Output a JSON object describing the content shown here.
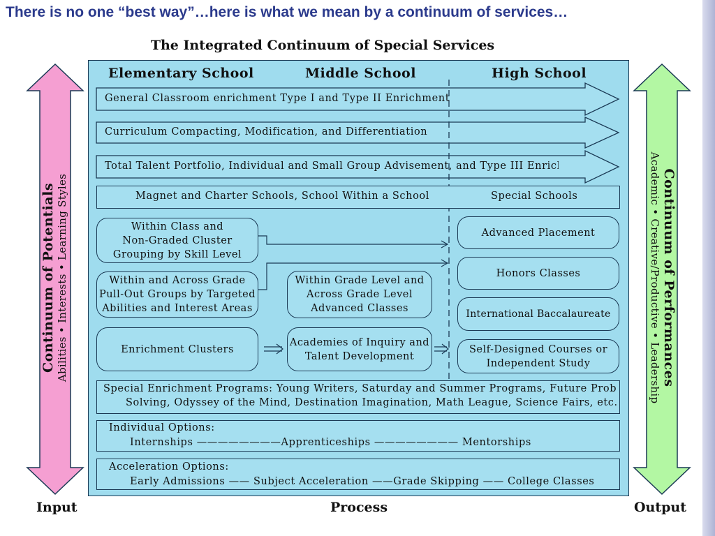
{
  "slide_title": "There is no one “best way”…here is what we mean by a continuum of services…",
  "diagram_title": "The Integrated Continuum of Special Services",
  "columns": {
    "elementary": "Elementary School",
    "middle": "Middle School",
    "high": "High School"
  },
  "arrow_rows": [
    "General Classroom enrichment Type I and Type II Enrichment",
    "Curriculum Compacting, Modification, and Differentiation",
    "Total Talent Portfolio, Individual and Small Group Advisement, and Type III Enrichr"
  ],
  "magnet_row": {
    "left": "Magnet and Charter Schools, School Within a School",
    "right": "Special Schools"
  },
  "elementary_boxes": [
    "Within Class and\nNon-Graded Cluster\nGrouping by Skill Level",
    "Within and Across Grade\nPull-Out Groups by Targeted\nAbilities and Interest Areas",
    "Enrichment Clusters"
  ],
  "middle_boxes": [
    "Within Grade Level and\nAcross Grade Level\nAdvanced Classes",
    "Academies of Inquiry and\nTalent Development"
  ],
  "high_boxes": [
    "Advanced Placement",
    "Honors Classes",
    "International Baccalaureate",
    "Self-Designed Courses or\nIndependent Study"
  ],
  "special_programs": {
    "line1": "Special Enrichment Programs:  Young Writers, Saturday and Summer Programs, Future Problem",
    "line2": "Solving, Odyssey of the Mind, Destination Imagination, Math League, Science Fairs, etc."
  },
  "individual_options": {
    "title": "Individual Options:",
    "line": "Internships ————————Apprenticeships ———————— Mentorships"
  },
  "acceleration_options": {
    "title": "Acceleration Options:",
    "line": "Early Admissions —— Subject Acceleration ——Grade Skipping —— College Classes"
  },
  "left_arrow": {
    "title": "Continuum of Potentials",
    "subtitle": "Abilities • Interests • Learning Styles",
    "color": "#f59fd2"
  },
  "right_arrow": {
    "title": "Continuum of Performances",
    "subtitle": "Academic • Creative/Productive • Leadership",
    "color": "#b3f7a3"
  },
  "bottom_labels": {
    "input": "Input",
    "process": "Process",
    "output": "Output"
  },
  "colors": {
    "panel": "#9fdcee",
    "title": "#2b3a8c",
    "stroke": "#1b3a55"
  }
}
